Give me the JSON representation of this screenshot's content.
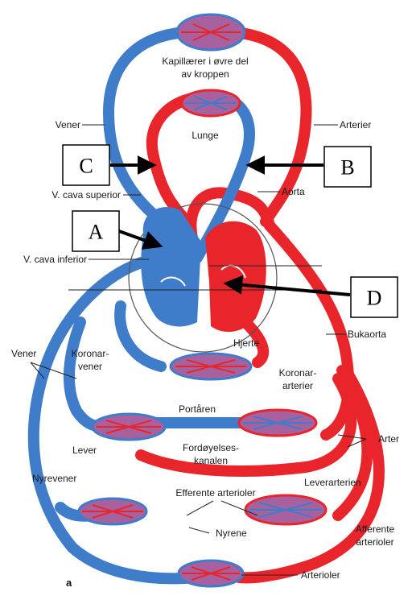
{
  "colors": {
    "arterial": "#e8252b",
    "venous": "#3f7cc9",
    "capillary": "#a8619f",
    "background": "#ffffff"
  },
  "labels": {
    "upper_capillaries_line1": "Kapillærer i øvre del",
    "upper_capillaries_line2": "av kroppen",
    "veins_top": "Vener",
    "arteries_top": "Arterier",
    "lung": "Lunge",
    "aorta": "Aorta",
    "vena_cava_superior": "V. cava superior",
    "vena_cava_inferior": "V. cava inferior",
    "heart": "Hjerte",
    "abdominal_aorta": "Bukaorta",
    "veins_left": "Vener",
    "coronary_veins_line1": "Koronar-",
    "coronary_veins_line2": "vener",
    "coronary_arteries_line1": "Koronar-",
    "coronary_arteries_line2": "arterier",
    "portal_vein": "Portåren",
    "liver": "Lever",
    "digestive_line1": "Fordøyelses-",
    "digestive_line2": "kanalen",
    "arteries_right": "Arter",
    "hepatic_artery": "Leverarterien",
    "renal_veins": "Nyrevener",
    "efferent_arterioles": "Efferente arterioler",
    "kidneys": "Nyrene",
    "afferent_line1": "Afferente",
    "afferent_line2": "arterioler",
    "arterioles": "Arterioler",
    "figure_letter": "a"
  },
  "markers": {
    "A": "A",
    "B": "B",
    "C": "C",
    "D": "D"
  }
}
